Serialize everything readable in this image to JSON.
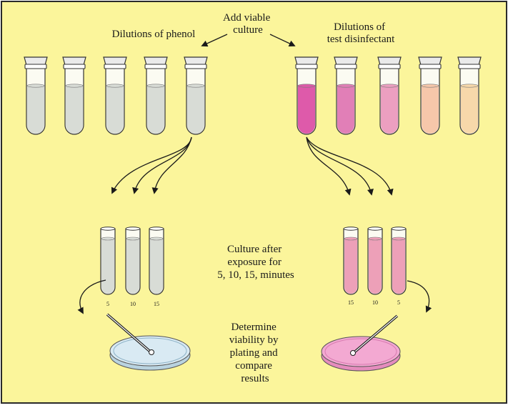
{
  "labels": {
    "add_viable_culture": [
      "Add viable",
      "culture"
    ],
    "dilutions_phenol": "Dilutions of phenol",
    "dilutions_test": [
      "Dilutions of",
      "test disinfectant"
    ],
    "culture_after": [
      "Culture after",
      "exposure for",
      "5, 10, 15, minutes"
    ],
    "determine": [
      "Determine",
      "viability by",
      "plating and",
      "compare",
      "results"
    ]
  },
  "time_labels": {
    "phenol": [
      "5",
      "10",
      "15"
    ],
    "test": [
      "15",
      "10",
      "5"
    ]
  },
  "colors": {
    "background": "#fbf59b",
    "border": "#2a2a2a",
    "phenol_liquid": "#d8dcd6",
    "phenol_cap": "#eaeaea",
    "test_liquids": [
      "#de5aaa",
      "#e17fb7",
      "#ec9fc0",
      "#f6c7aa",
      "#f7d8aa"
    ],
    "test_culture_liquid": "#eda0b8",
    "phenol_plate": "#d9eaf3",
    "test_plate": "#f3a9d2"
  }
}
